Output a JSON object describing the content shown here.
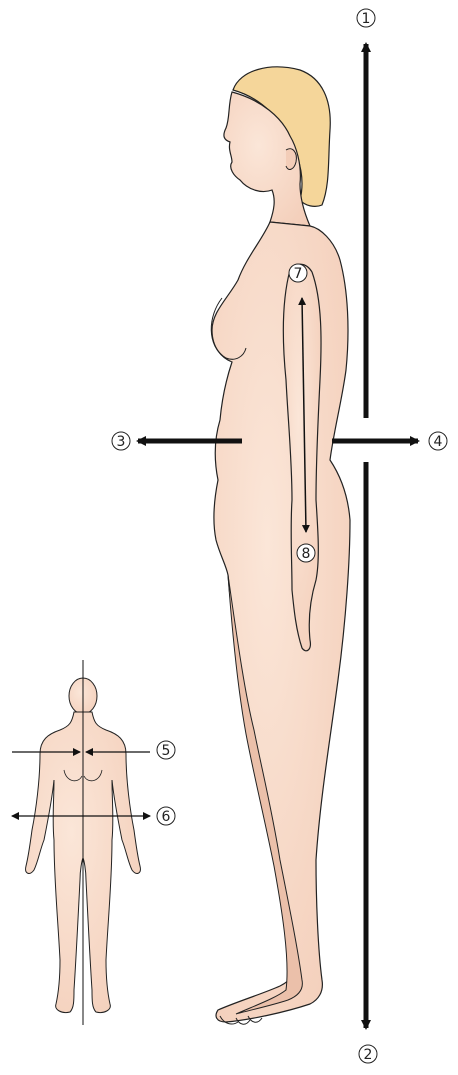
{
  "labels": {
    "n1": "1",
    "n2": "2",
    "n3": "3",
    "n4": "4",
    "n5": "5",
    "n6": "6",
    "n7": "7",
    "n8": "8"
  },
  "colors": {
    "skin": "#f8dccb",
    "skin_shadow": "#ebc0aa",
    "hair": "#f5d69a",
    "outline": "#222222",
    "arrow": "#111111"
  }
}
